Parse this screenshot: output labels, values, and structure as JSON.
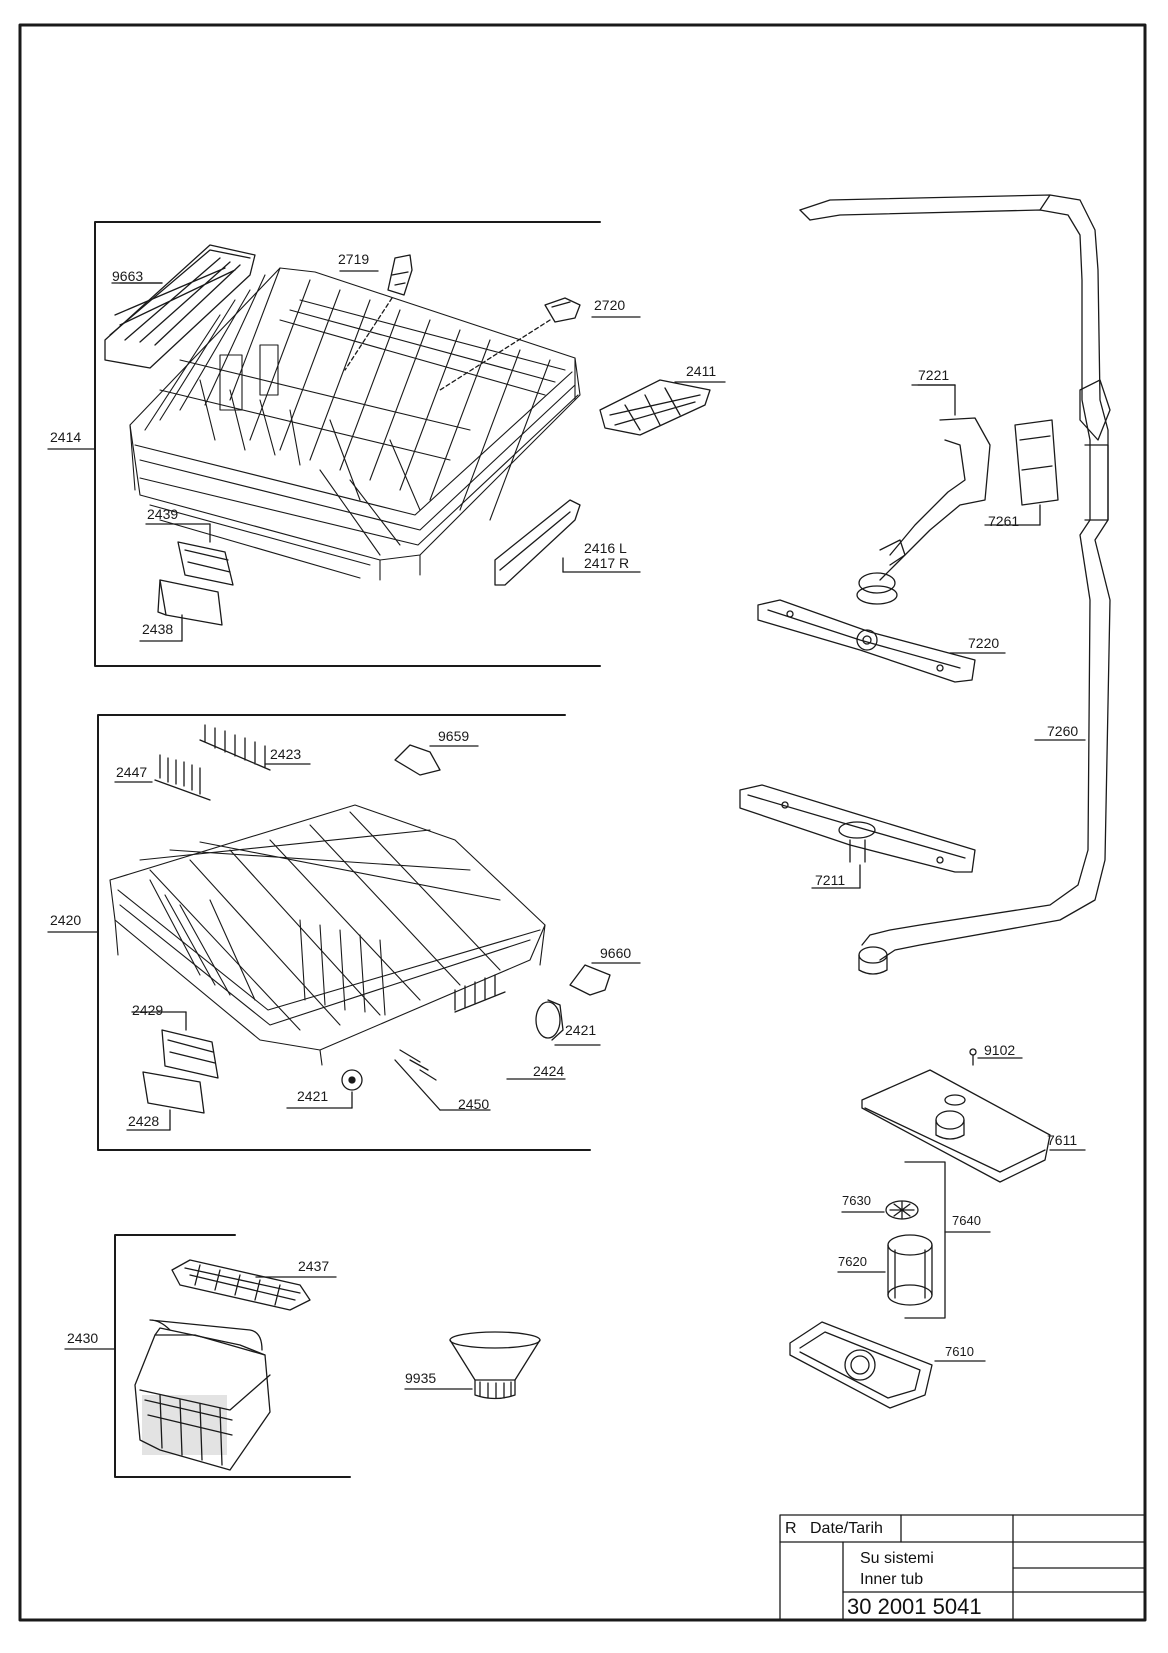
{
  "parts": {
    "p9663": "9663",
    "p2719": "2719",
    "p2720": "2720",
    "p2411": "2411",
    "p2414": "2414",
    "p2439": "2439",
    "p2438": "2438",
    "p2416": "2416 L",
    "p2417": "2417 R",
    "p2423": "2423",
    "p2447": "2447",
    "p9659": "9659",
    "p2420": "2420",
    "p9660": "9660",
    "p2421a": "2421",
    "p2429": "2429",
    "p2424": "2424",
    "p2421b": "2421",
    "p2450": "2450",
    "p2428": "2428",
    "p2437": "2437",
    "p2430": "2430",
    "p9935": "9935",
    "p7221": "7221",
    "p7261": "7261",
    "p7220": "7220",
    "p7260": "7260",
    "p7211": "7211",
    "p9102": "9102",
    "p7611": "7611",
    "p7630": "7630",
    "p7640": "7640",
    "p7620": "7620",
    "p7610": "7610"
  },
  "title_block": {
    "rev": "R",
    "date_label": "Date/Tarih",
    "title_tr": "Su sistemi",
    "title_en": "Inner tub",
    "doc_number": "30 2001 5041"
  }
}
